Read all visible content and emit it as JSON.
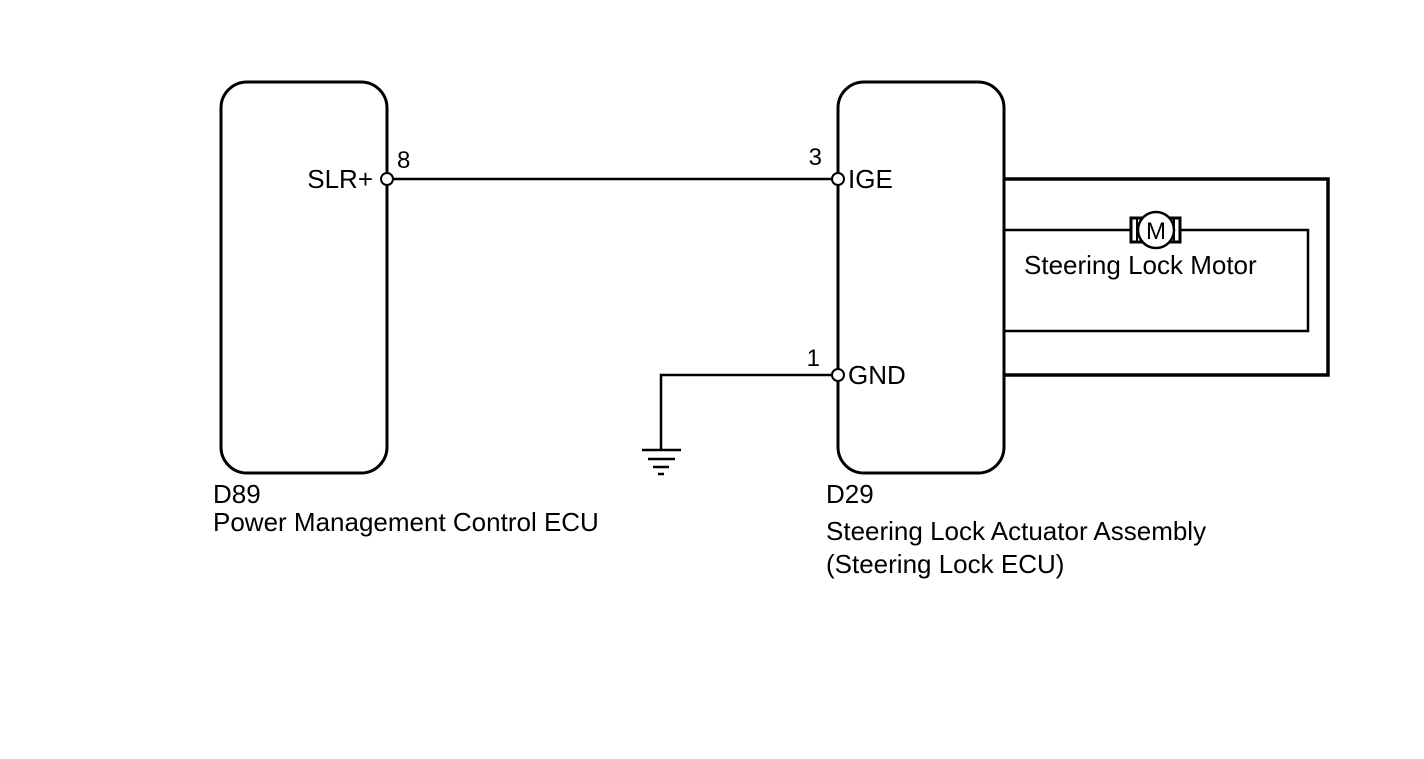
{
  "ecu_left": {
    "connector": "D89",
    "name": "Power Management Control ECU",
    "pin_number": "8",
    "pin_name": "SLR+"
  },
  "ecu_right": {
    "connector": "D29",
    "name_line1": "Steering Lock Actuator Assembly",
    "name_line2": "(Steering Lock ECU)",
    "pin_ige_number": "3",
    "pin_ige_name": "IGE",
    "pin_gnd_number": "1",
    "pin_gnd_name": "GND"
  },
  "motor": {
    "symbol": "M",
    "label": "Steering Lock Motor"
  }
}
